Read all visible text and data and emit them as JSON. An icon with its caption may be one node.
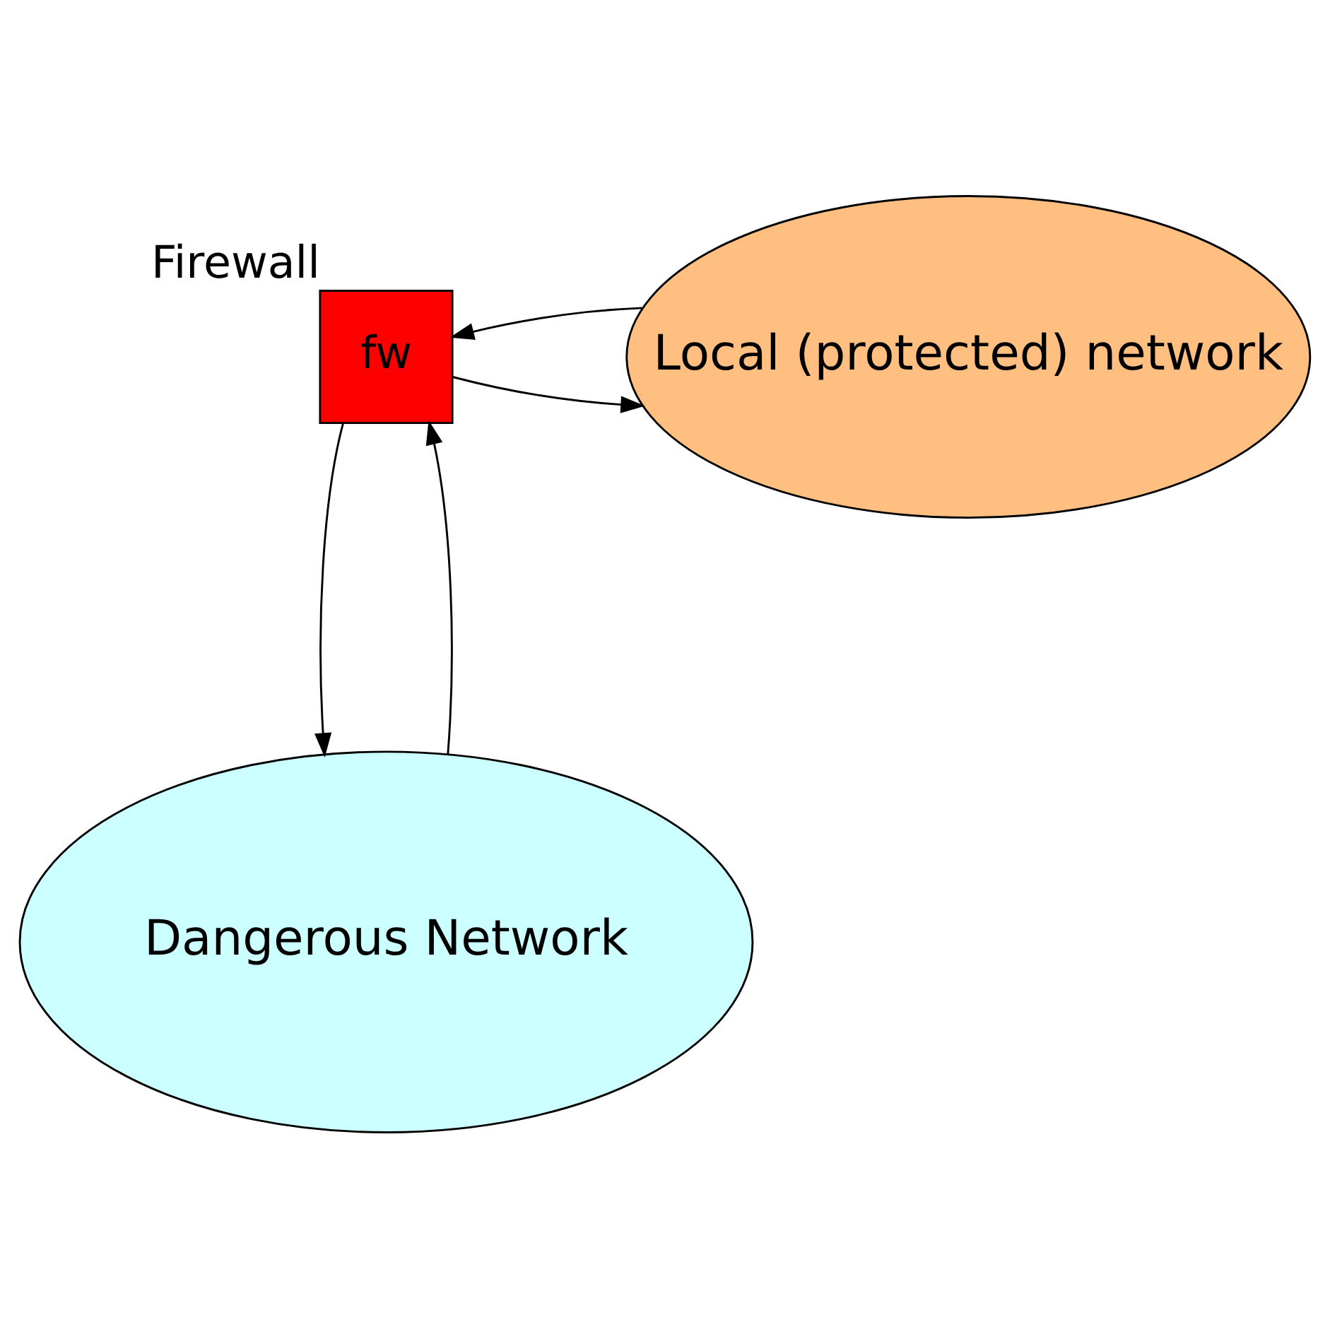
{
  "diagram": {
    "nodes": [
      {
        "text": [
          "fw"
        ],
        "beside": [
          "Firewall"
        ]
      },
      {
        "text": [
          "Local (protected) network"
        ]
      },
      {
        "text": [
          "Dangerous Network"
        ]
      }
    ],
    "edges": [
      {
        "from": 0,
        "to": 1,
        "arrow": "to"
      },
      {
        "from": 1,
        "to": 0,
        "arrow": "to"
      },
      {
        "from": 2,
        "to": 0,
        "arrow": "to"
      },
      {
        "from": 0,
        "to": 2,
        "arrow": "to"
      }
    ]
  }
}
